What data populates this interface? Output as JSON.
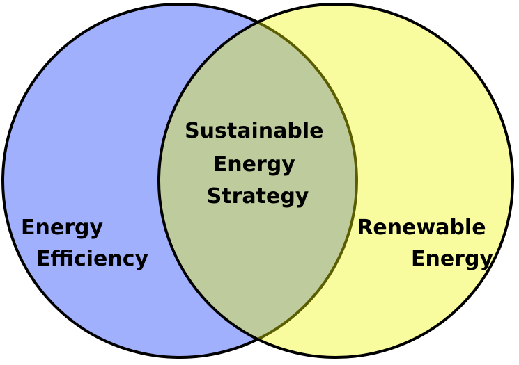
{
  "sets": [
    {
      "name": "left",
      "lines": [
        "Energy",
        "Efficiency"
      ],
      "color": "#a0b0fc"
    },
    {
      "name": "right",
      "lines": [
        "Renewable",
        "Energy"
      ],
      "color": "#f8fca0"
    }
  ],
  "intersection": {
    "lines": [
      "Sustainable",
      "Energy",
      "Strategy"
    ],
    "color": "#bccca4"
  }
}
